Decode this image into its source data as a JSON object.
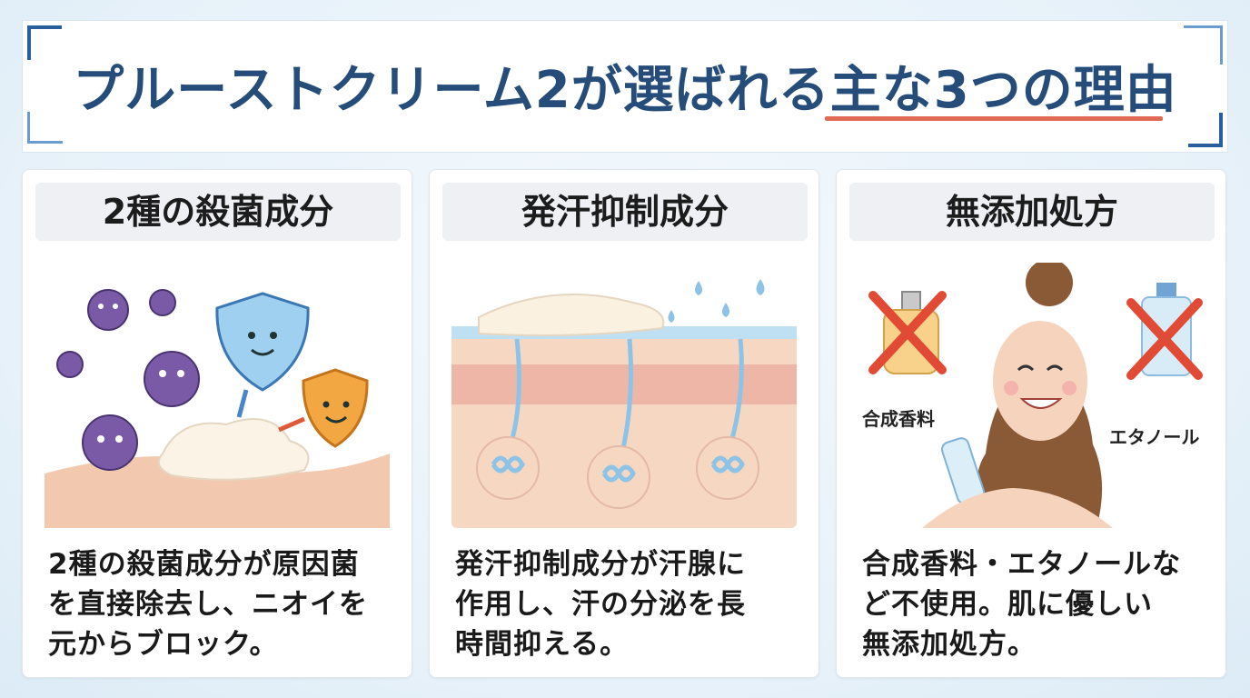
{
  "title": {
    "main": "プルーストクリーム2が選ばれる",
    "highlight": "主な3つの理由"
  },
  "cards": [
    {
      "heading": "2種の殺菌成分",
      "text_lines": [
        "2種の殺菌成分が原因菌",
        "を直接除去し、ニオイを",
        "元からブロック。"
      ]
    },
    {
      "heading": "発汗抑制成分",
      "text_lines": [
        "発汗抑制成分が汗腺に",
        "作用し、汗の分泌を長",
        "時間抑える。"
      ]
    },
    {
      "heading": "無添加処方",
      "text_lines": [
        "合成香料・エタノールな",
        "ど不使用。肌に優しい",
        "無添加処方。"
      ],
      "labels": {
        "fragrance": "合成香料",
        "ethanol": "エタノール"
      }
    }
  ],
  "colors": {
    "title": "#264c7a",
    "underline": "#e06a55",
    "corner": "#2a5f9e",
    "skin": "#f3cfb8",
    "sweat": "#8cc3e6"
  }
}
